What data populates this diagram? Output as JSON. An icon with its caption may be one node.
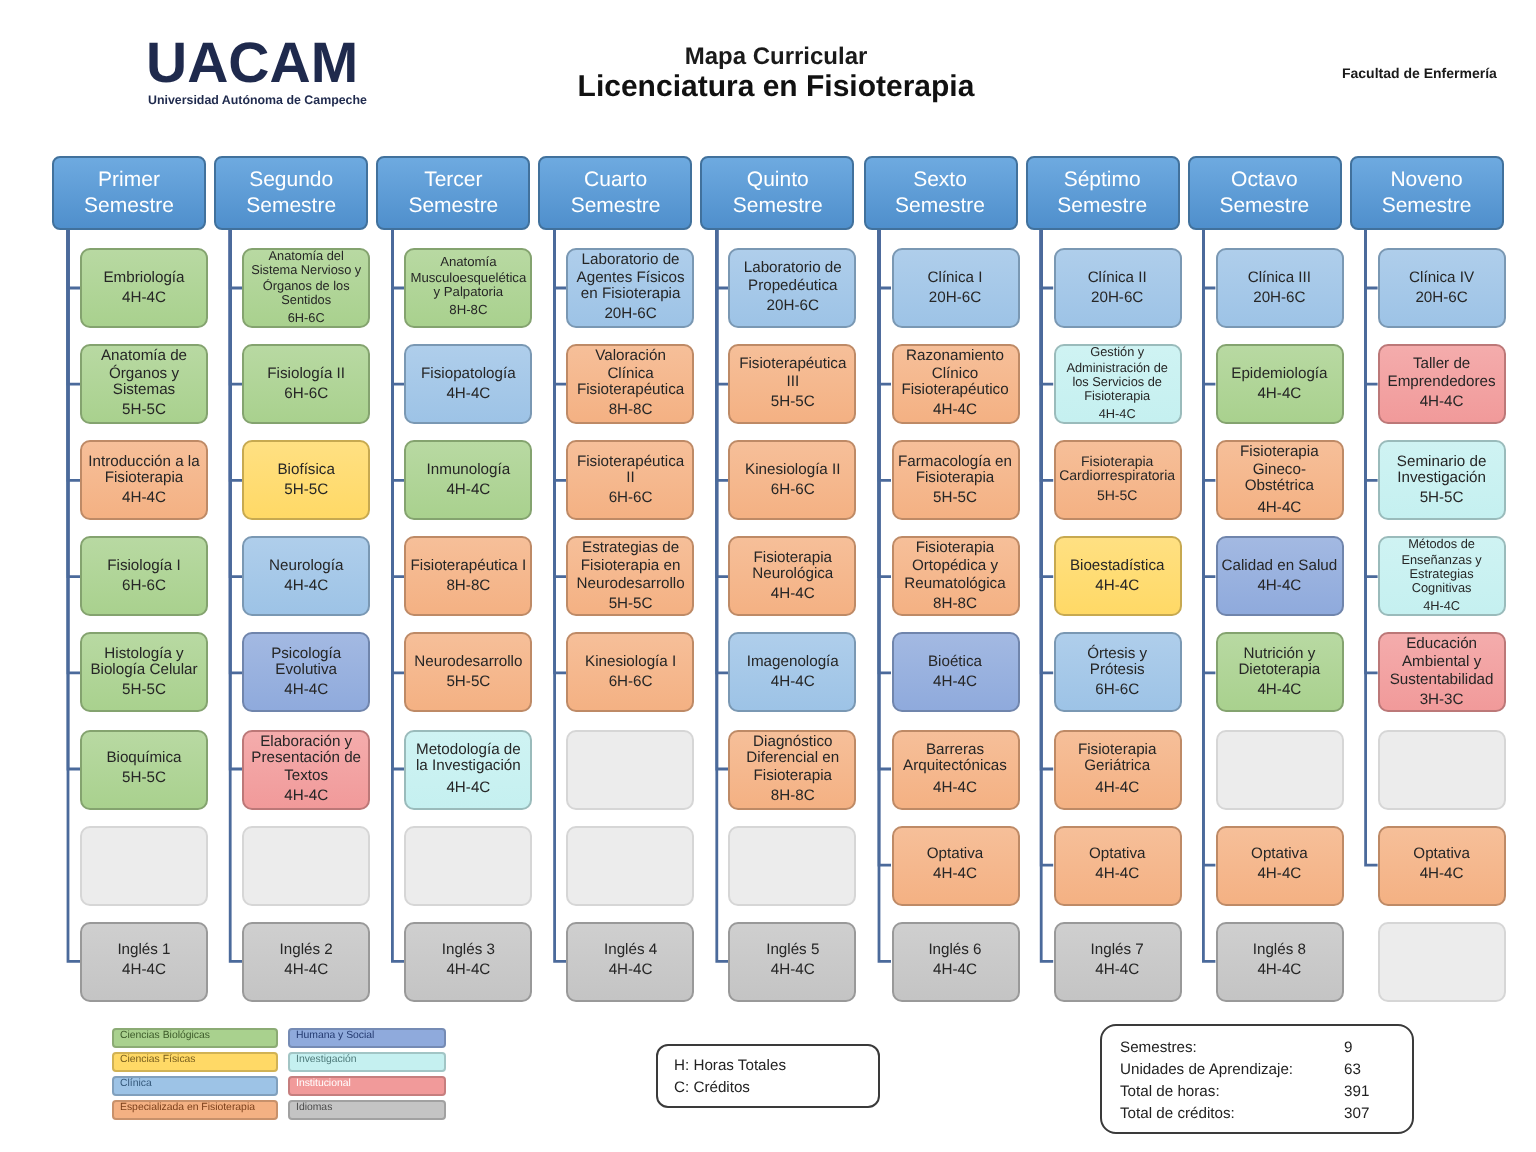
{
  "diagram": {
    "title": "Licenciatura en Fisioterapia",
    "nodes": [
      {
        "text": [
          "Primer Semestre"
        ]
      },
      {
        "text": [
          "Embriología",
          "4H-4C"
        ]
      },
      {
        "text": [
          "Anatomía de Órganos y Sistemas",
          "5H-5C"
        ]
      },
      {
        "text": [
          "Introducción a la Fisioterapia",
          "4H-4C"
        ]
      },
      {
        "text": [
          "Fisiología I",
          "6H-6C"
        ]
      },
      {
        "text": [
          "Histología y Biología Celular",
          "5H-5C"
        ]
      },
      {
        "text": [
          "Bioquímica",
          "5H-5C"
        ]
      },
      {
        "text": [],
        "shape": "box"
      },
      {
        "text": [
          "Inglés 1",
          "4H-4C"
        ]
      },
      {
        "text": [
          "Segundo Semestre"
        ]
      },
      {
        "text": [
          "Anatomía del Sistema Nervioso y Órganos de los Sentidos",
          "6H-6C"
        ]
      },
      {
        "text": [
          "Fisiología II",
          "6H-6C"
        ]
      },
      {
        "text": [
          "Biofísica",
          "5H-5C"
        ]
      },
      {
        "text": [
          "Neurología",
          "4H-4C"
        ]
      },
      {
        "text": [
          "Psicología Evolutiva",
          "4H-4C"
        ]
      },
      {
        "text": [
          "Elaboración y Presentación de Textos",
          "4H-4C"
        ]
      },
      {
        "text": [],
        "shape": "box"
      },
      {
        "text": [
          "Inglés 2",
          "4H-4C"
        ]
      },
      {
        "text": [
          "Tercer Semestre"
        ]
      },
      {
        "text": [
          "Anatomía Musculoesquelética y Palpatoria",
          "8H-8C"
        ]
      },
      {
        "text": [
          "Fisiopatología",
          "4H-4C"
        ]
      },
      {
        "text": [
          "Inmunología",
          "4H-4C"
        ]
      },
      {
        "text": [
          "Fisioterapéutica I",
          "8H-8C"
        ]
      },
      {
        "text": [
          "Neurodesarrollo",
          "5H-5C"
        ]
      },
      {
        "text": [
          "Metodología de la Investigación",
          "4H-4C"
        ]
      },
      {
        "text": [],
        "shape": "box"
      },
      {
        "text": [
          "Inglés 3",
          "4H-4C"
        ]
      },
      {
        "text": [
          "Cuarto Semestre"
        ]
      },
      {
        "text": [
          "Laboratorio de Agentes Físicos en Fisioterapia",
          "20H-6C"
        ]
      },
      {
        "text": [
          "Valoración Clínica Fisioterapéutica",
          "8H-8C"
        ]
      },
      {
        "text": [
          "Fisioterapéutica II",
          "6H-6C"
        ]
      },
      {
        "text": [
          "Estrategias de Fisioterapia en Neurodesarrollo",
          "5H-5C"
        ]
      },
      {
        "text": [
          "Kinesiología I",
          "6H-6C"
        ]
      },
      {
        "text": [],
        "shape": "box"
      },
      {
        "text": [],
        "shape": "box"
      },
      {
        "text": [
          "Inglés 4",
          "4H-4C"
        ]
      },
      {
        "text": [
          "Quinto Semestre"
        ]
      },
      {
        "text": [
          "Laboratorio de Propedéutica",
          "20H-6C"
        ]
      },
      {
        "text": [
          "Fisioterapéutica III",
          "5H-5C"
        ]
      },
      {
        "text": [
          "Kinesiología II",
          "6H-6C"
        ]
      },
      {
        "text": [
          "Fisioterapia Neurológica",
          "4H-4C"
        ]
      },
      {
        "text": [
          "Imagenología",
          "4H-4C"
        ]
      },
      {
        "text": [
          "Diagnóstico Diferencial en Fisioterapia",
          "8H-8C"
        ]
      },
      {
        "text": [],
        "shape": "box"
      },
      {
        "text": [
          "Inglés 5",
          "4H-4C"
        ]
      },
      {
        "text": [
          "Sexto Semestre"
        ]
      },
      {
        "text": [
          "Clínica I",
          "20H-6C"
        ]
      },
      {
        "text": [
          "Razonamiento Clínico Fisioterapéutico",
          "4H-4C"
        ]
      },
      {
        "text": [
          "Farmacología en Fisioterapia",
          "5H-5C"
        ]
      },
      {
        "text": [
          "Fisioterapia Ortopédica y Reumatológica",
          "8H-8C"
        ]
      },
      {
        "text": [
          "Bioética",
          "4H-4C"
        ]
      },
      {
        "text": [
          "Barreras Arquitectónicas",
          "4H-4C"
        ]
      },
      {
        "text": [
          "Optativa",
          "4H-4C"
        ]
      },
      {
        "text": [
          "Inglés 6",
          "4H-4C"
        ]
      },
      {
        "text": [
          "Séptimo Semestre"
        ]
      },
      {
        "text": [
          "Clínica II",
          "20H-6C"
        ]
      },
      {
        "text": [
          "Gestión y Administración de los Servicios de Fisioterapia",
          "4H-4C"
        ]
      },
      {
        "text": [
          "Fisioterapia Cardiorrespiratoria",
          "5H-5C"
        ]
      },
      {
        "text": [
          "Bioestadística",
          "4H-4C"
        ]
      },
      {
        "text": [
          "Órtesis y Prótesis",
          "6H-6C"
        ]
      },
      {
        "text": [
          "Fisioterapia Geriátrica",
          "4H-4C"
        ]
      },
      {
        "text": [
          "Optativa",
          "4H-4C"
        ]
      },
      {
        "text": [
          "Inglés 7",
          "4H-4C"
        ]
      },
      {
        "text": [
          "Octavo Semestre"
        ]
      },
      {
        "text": [
          "Clínica III",
          "20H-6C"
        ]
      },
      {
        "text": [
          "Epidemiología",
          "4H-4C"
        ]
      },
      {
        "text": [
          "Fisioterapia Gineco-Obstétrica",
          "4H-4C"
        ]
      },
      {
        "text": [
          "Calidad en Salud",
          "4H-4C"
        ]
      },
      {
        "text": [
          "Nutrición y Dietoterapia",
          "4H-4C"
        ]
      },
      {
        "text": [],
        "shape": "box"
      },
      {
        "text": [
          "Optativa",
          "4H-4C"
        ]
      },
      {
        "text": [
          "Inglés 8",
          "4H-4C"
        ]
      },
      {
        "text": [
          "Noveno Semestre"
        ]
      },
      {
        "text": [
          "Clínica IV",
          "20H-6C"
        ]
      },
      {
        "text": [
          "Taller de Emprendedores",
          "4H-4C"
        ]
      },
      {
        "text": [
          "Seminario de Investigación",
          "5H-5C"
        ]
      },
      {
        "text": [
          "Métodos de Enseñanzas y Estrategias Cognitivas",
          "4H-4C"
        ]
      },
      {
        "text": [
          "Educación Ambiental y Sustentabilidad",
          "3H-3C"
        ]
      },
      {
        "text": [],
        "shape": "box"
      },
      {
        "text": [
          "Optativa",
          "4H-4C"
        ]
      },
      {
        "text": [],
        "shape": "box"
      },
      {
        "text": [
          "H: Horas Totales",
          "C: Créditos"
        ]
      },
      {
        "text": [
          "Semestres:",
          "9",
          "Unidades de Aprendizaje:",
          "63",
          "Total de horas:",
          "391",
          "Total de créditos:",
          "307"
        ]
      }
    ],
    "edges": [
      {
        "from": 0,
        "to": 1,
        "arrow": "none"
      },
      {
        "from": 0,
        "to": 2,
        "arrow": "none"
      },
      {
        "from": 0,
        "to": 3,
        "arrow": "none"
      },
      {
        "from": 0,
        "to": 4,
        "arrow": "none"
      },
      {
        "from": 0,
        "to": 5,
        "arrow": "none"
      },
      {
        "from": 0,
        "to": 6,
        "arrow": "none"
      },
      {
        "from": 0,
        "to": 8,
        "arrow": "none"
      },
      {
        "from": 9,
        "to": 10,
        "arrow": "none"
      },
      {
        "from": 9,
        "to": 11,
        "arrow": "none"
      },
      {
        "from": 9,
        "to": 12,
        "arrow": "none"
      },
      {
        "from": 9,
        "to": 13,
        "arrow": "none"
      },
      {
        "from": 9,
        "to": 14,
        "arrow": "none"
      },
      {
        "from": 9,
        "to": 15,
        "arrow": "none"
      },
      {
        "from": 9,
        "to": 17,
        "arrow": "none"
      },
      {
        "from": 18,
        "to": 19,
        "arrow": "none"
      },
      {
        "from": 18,
        "to": 20,
        "arrow": "none"
      },
      {
        "from": 18,
        "to": 21,
        "arrow": "none"
      },
      {
        "from": 18,
        "to": 22,
        "arrow": "none"
      },
      {
        "from": 18,
        "to": 23,
        "arrow": "none"
      },
      {
        "from": 18,
        "to": 24,
        "arrow": "none"
      },
      {
        "from": 18,
        "to": 26,
        "arrow": "none"
      },
      {
        "from": 27,
        "to": 28,
        "arrow": "none"
      },
      {
        "from": 27,
        "to": 29,
        "arrow": "none"
      },
      {
        "from": 27,
        "to": 30,
        "arrow": "none"
      },
      {
        "from": 27,
        "to": 31,
        "arrow": "none"
      },
      {
        "from": 27,
        "to": 32,
        "arrow": "none"
      },
      {
        "from": 27,
        "to": 35,
        "arrow": "none"
      },
      {
        "from": 36,
        "to": 37,
        "arrow": "none"
      },
      {
        "from": 36,
        "to": 38,
        "arrow": "none"
      },
      {
        "from": 36,
        "to": 39,
        "arrow": "none"
      },
      {
        "from": 36,
        "to": 40,
        "arrow": "none"
      },
      {
        "from": 36,
        "to": 41,
        "arrow": "none"
      },
      {
        "from": 36,
        "to": 42,
        "arrow": "none"
      },
      {
        "from": 36,
        "to": 44,
        "arrow": "none"
      },
      {
        "from": 45,
        "to": 46,
        "arrow": "none"
      },
      {
        "from": 45,
        "to": 47,
        "arrow": "none"
      },
      {
        "from": 45,
        "to": 48,
        "arrow": "none"
      },
      {
        "from": 45,
        "to": 49,
        "arrow": "none"
      },
      {
        "from": 45,
        "to": 50,
        "arrow": "none"
      },
      {
        "from": 45,
        "to": 51,
        "arrow": "none"
      },
      {
        "from": 45,
        "to": 52,
        "arrow": "none"
      },
      {
        "from": 45,
        "to": 53,
        "arrow": "none"
      },
      {
        "from": 54,
        "to": 55,
        "arrow": "none"
      },
      {
        "from": 54,
        "to": 56,
        "arrow": "none"
      },
      {
        "from": 54,
        "to": 57,
        "arrow": "none"
      },
      {
        "from": 54,
        "to": 58,
        "arrow": "none"
      },
      {
        "from": 54,
        "to": 59,
        "arrow": "none"
      },
      {
        "from": 54,
        "to": 60,
        "arrow": "none"
      },
      {
        "from": 54,
        "to": 61,
        "arrow": "none"
      },
      {
        "from": 54,
        "to": 62,
        "arrow": "none"
      },
      {
        "from": 63,
        "to": 64,
        "arrow": "none"
      },
      {
        "from": 63,
        "to": 65,
        "arrow": "none"
      },
      {
        "from": 63,
        "to": 66,
        "arrow": "none"
      },
      {
        "from": 63,
        "to": 67,
        "arrow": "none"
      },
      {
        "from": 63,
        "to": 68,
        "arrow": "none"
      },
      {
        "from": 63,
        "to": 70,
        "arrow": "none"
      },
      {
        "from": 63,
        "to": 71,
        "arrow": "none"
      },
      {
        "from": 72,
        "to": 73,
        "arrow": "none"
      },
      {
        "from": 72,
        "to": 74,
        "arrow": "none"
      },
      {
        "from": 72,
        "to": 75,
        "arrow": "none"
      },
      {
        "from": 72,
        "to": 76,
        "arrow": "none"
      },
      {
        "from": 72,
        "to": 77,
        "arrow": "none"
      },
      {
        "from": 72,
        "to": 79,
        "arrow": "none"
      }
    ],
    "labels": [
      "UACAM",
      "Universidad Autónoma de Campeche",
      "Mapa Curricular",
      "Facultad de Enfermería"
    ],
    "legend": [
      {
        "text": "Ciencias Biológicas",
        "color": "#a9d18e"
      },
      {
        "text": "Ciencias Físicas",
        "color": "#ffd966"
      },
      {
        "text": "Clínica",
        "color": "#9dc3e6"
      },
      {
        "text": "Especializada en Fisioterapia",
        "color": "#f4b183"
      },
      {
        "text": "Humana y Social",
        "color": "#8faadc"
      },
      {
        "text": "Investigación",
        "color": "#c5f0f0"
      },
      {
        "text": "Institucional",
        "color": "#f19a9a"
      },
      {
        "text": "Idiomas",
        "color": "#c4c4c4"
      }
    ]
  }
}
